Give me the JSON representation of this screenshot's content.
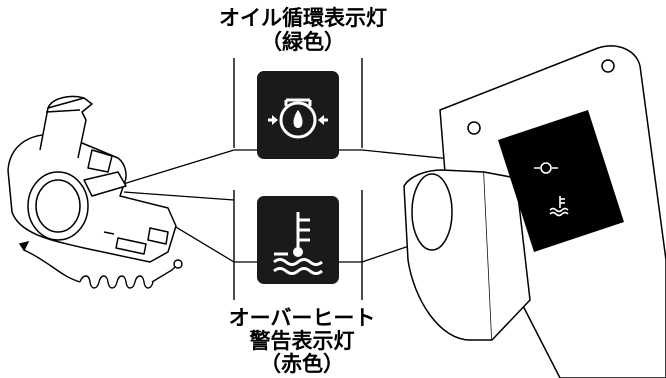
{
  "labels": {
    "top_line1": "オイル循環表示灯",
    "top_line2": "（緑色）",
    "bottom_line1": "オーバーヒート",
    "bottom_line2": "警告表示灯",
    "bottom_line3": "（赤色）"
  },
  "icons": {
    "top": "oil-circulation-icon",
    "bottom": "overheat-temperature-icon"
  },
  "colors": {
    "ink": "#000000",
    "panel": "#1a1a1a",
    "icon_fg": "#ffffff"
  }
}
